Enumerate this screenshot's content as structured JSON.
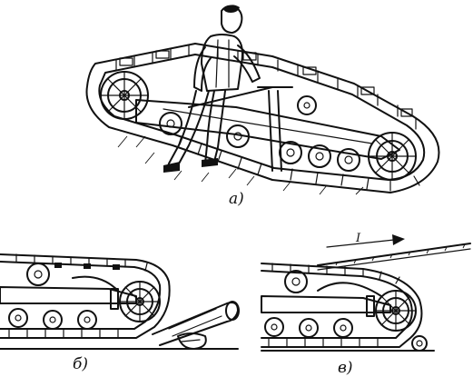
{
  "figure": {
    "panel_a": {
      "label": "а)"
    },
    "panel_b": {
      "label": "б)"
    },
    "panel_c": {
      "label": "в)",
      "arrow_label": "I"
    }
  },
  "colors": {
    "ink": "#111111",
    "paper": "#ffffff"
  }
}
